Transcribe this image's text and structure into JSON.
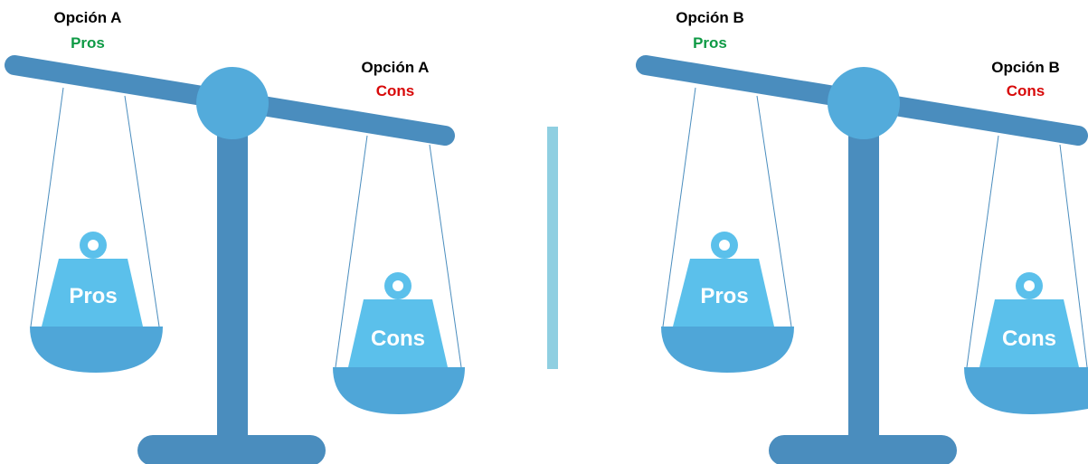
{
  "colors": {
    "beam": "#4A8DBE",
    "pivot": "#53ABDB",
    "pan": "#4FA6D8",
    "weight": "#5BC0EB",
    "divider": "#8FCFE1",
    "string": "#4A8DBE",
    "pros": "#0E9A45",
    "cons": "#D80A0A",
    "heading": "#000000"
  },
  "scales": [
    {
      "left_heading": "Opción A",
      "left_sub": "Pros",
      "right_heading": "Opción A",
      "right_sub": "Cons",
      "left_weight": "Pros",
      "right_weight": "Cons"
    },
    {
      "left_heading": "Opción B",
      "left_sub": "Pros",
      "right_heading": "Opción B",
      "right_sub": "Cons",
      "left_weight": "Pros",
      "right_weight": "Cons"
    }
  ]
}
